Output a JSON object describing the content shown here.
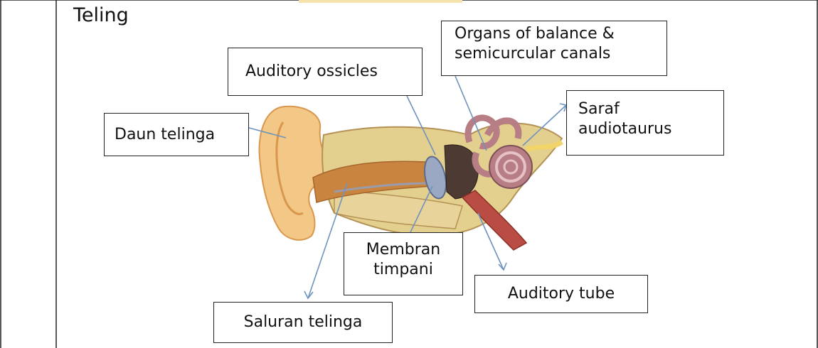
{
  "title": "Teling",
  "labels": {
    "daun_telinga": "Daun telinga",
    "auditory_ossicles": "Auditory ossicles",
    "organs_line1": "Organs of balance &",
    "organs_line2": "semicurcular canals",
    "saraf_line1": "Saraf",
    "saraf_line2": "audiotaurus",
    "membran_line1": "Membran",
    "membran_line2": "timpani",
    "auditory_tube": "Auditory tube",
    "saluran_telinga": "Saluran telinga"
  },
  "colors": {
    "border": "#222222",
    "leader_line": "#6f93bf",
    "skin": "#f3c785",
    "skin_dark": "#d9974e",
    "canal": "#c9843f",
    "bone": "#e3cf8e",
    "cochlea": "#b77e86",
    "drum": "#9aa8c4",
    "tube": "#b94d43",
    "ear_canal_gray": "#9a9cae"
  }
}
